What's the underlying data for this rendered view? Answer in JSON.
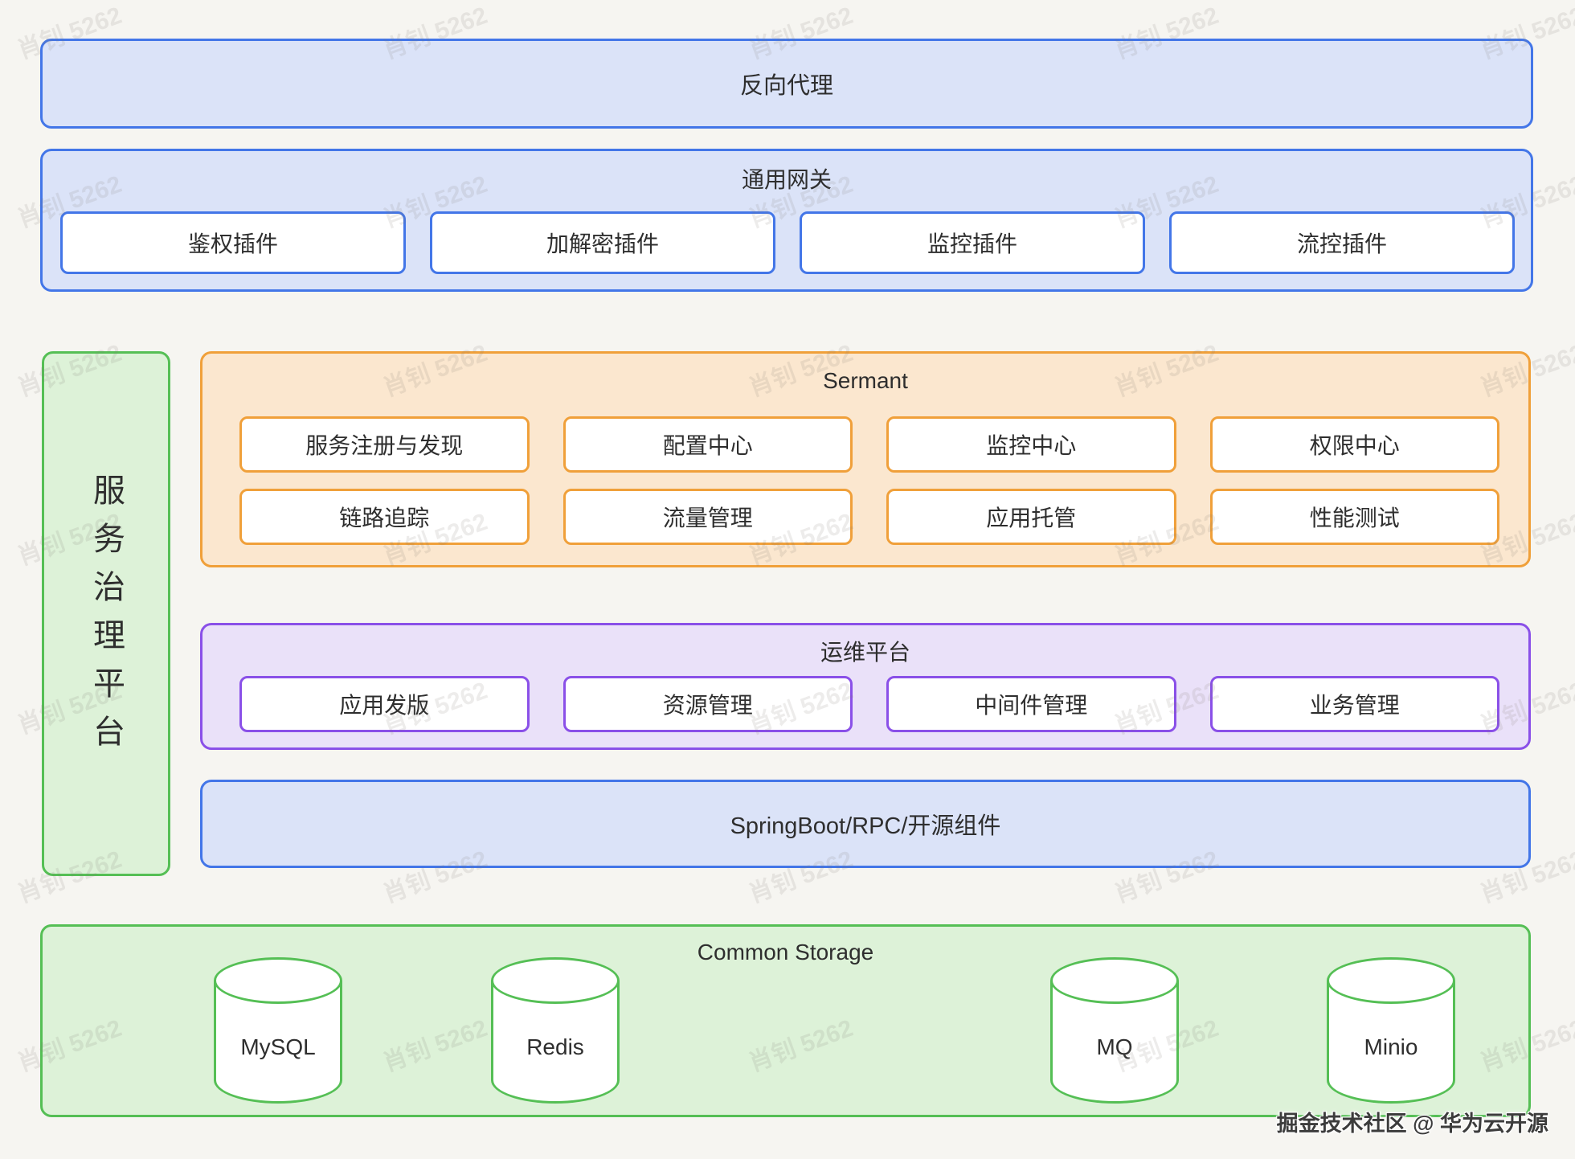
{
  "colors": {
    "background": "#f6f5f1",
    "text": "#2e2e2e",
    "blue_fill": "#dbe3f8",
    "blue_border": "#4376e8",
    "orange_fill": "#fbe7cf",
    "orange_border": "#f0a03a",
    "purple_fill": "#eae1f9",
    "purple_border": "#8a50e8",
    "green_fill": "#ddf2d8",
    "green_border": "#55bf55"
  },
  "watermark": {
    "text": "肖钊 5262"
  },
  "reverse_proxy": {
    "label": "反向代理"
  },
  "gateway": {
    "title": "通用网关",
    "plugins": [
      "鉴权插件",
      "加解密插件",
      "监控插件",
      "流控插件"
    ]
  },
  "governance": {
    "label": "服务治理平台"
  },
  "sermant": {
    "title": "Sermant",
    "row1": [
      "服务注册与发现",
      "配置中心",
      "监控中心",
      "权限中心"
    ],
    "row2": [
      "链路追踪",
      "流量管理",
      "应用托管",
      "性能测试"
    ]
  },
  "ops": {
    "title": "运维平台",
    "items": [
      "应用发版",
      "资源管理",
      "中间件管理",
      "业务管理"
    ]
  },
  "framework": {
    "label": "SpringBoot/RPC/开源组件"
  },
  "storage": {
    "title": "Common Storage",
    "components": [
      "MySQL",
      "Redis",
      "MQ",
      "Minio"
    ]
  },
  "attribution": {
    "text": "掘金技术社区 @ 华为云开源"
  }
}
